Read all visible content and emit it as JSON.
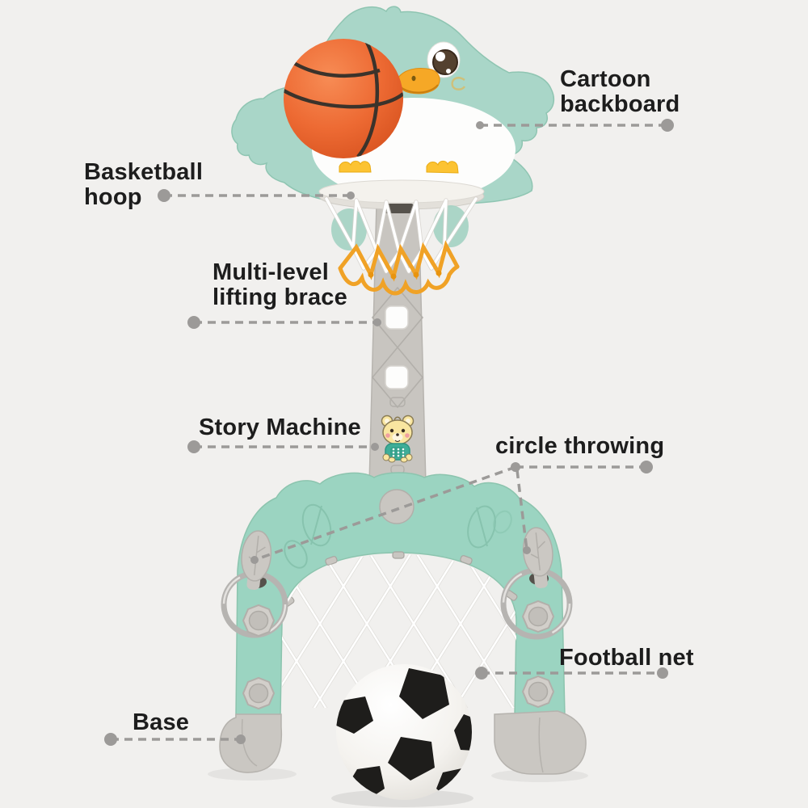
{
  "page": {
    "background_color": "#f1f0ee",
    "text_color": "#1d1d1d",
    "leader_line_color": "#9c9a98"
  },
  "labels": {
    "cartoon_backboard": {
      "lines": [
        "Cartoon",
        "backboard"
      ]
    },
    "basketball_hoop": {
      "lines": [
        "Basketball",
        "hoop"
      ]
    },
    "multi_level_lifting_brace": {
      "lines": [
        "Multi-level",
        "lifting brace"
      ]
    },
    "story_machine": {
      "lines": [
        "Story Machine"
      ]
    },
    "circle_throwing": {
      "lines": [
        "circle throwing"
      ]
    },
    "football_net": {
      "lines": [
        "Football net"
      ]
    },
    "base": {
      "lines": [
        "Base"
      ]
    }
  },
  "illustration": {
    "colors": {
      "arch_teal": "#9bd4c1",
      "duck_teal": "#a9d6c8",
      "basketball_orange": "#ed6a33",
      "hoop_net_orange": "#f0a226",
      "beak_orange": "#f6a826",
      "plastic_gray": "#c9c6c1",
      "soccer_black": "#1e1d1b",
      "belly_white": "#fdfdfc"
    }
  }
}
